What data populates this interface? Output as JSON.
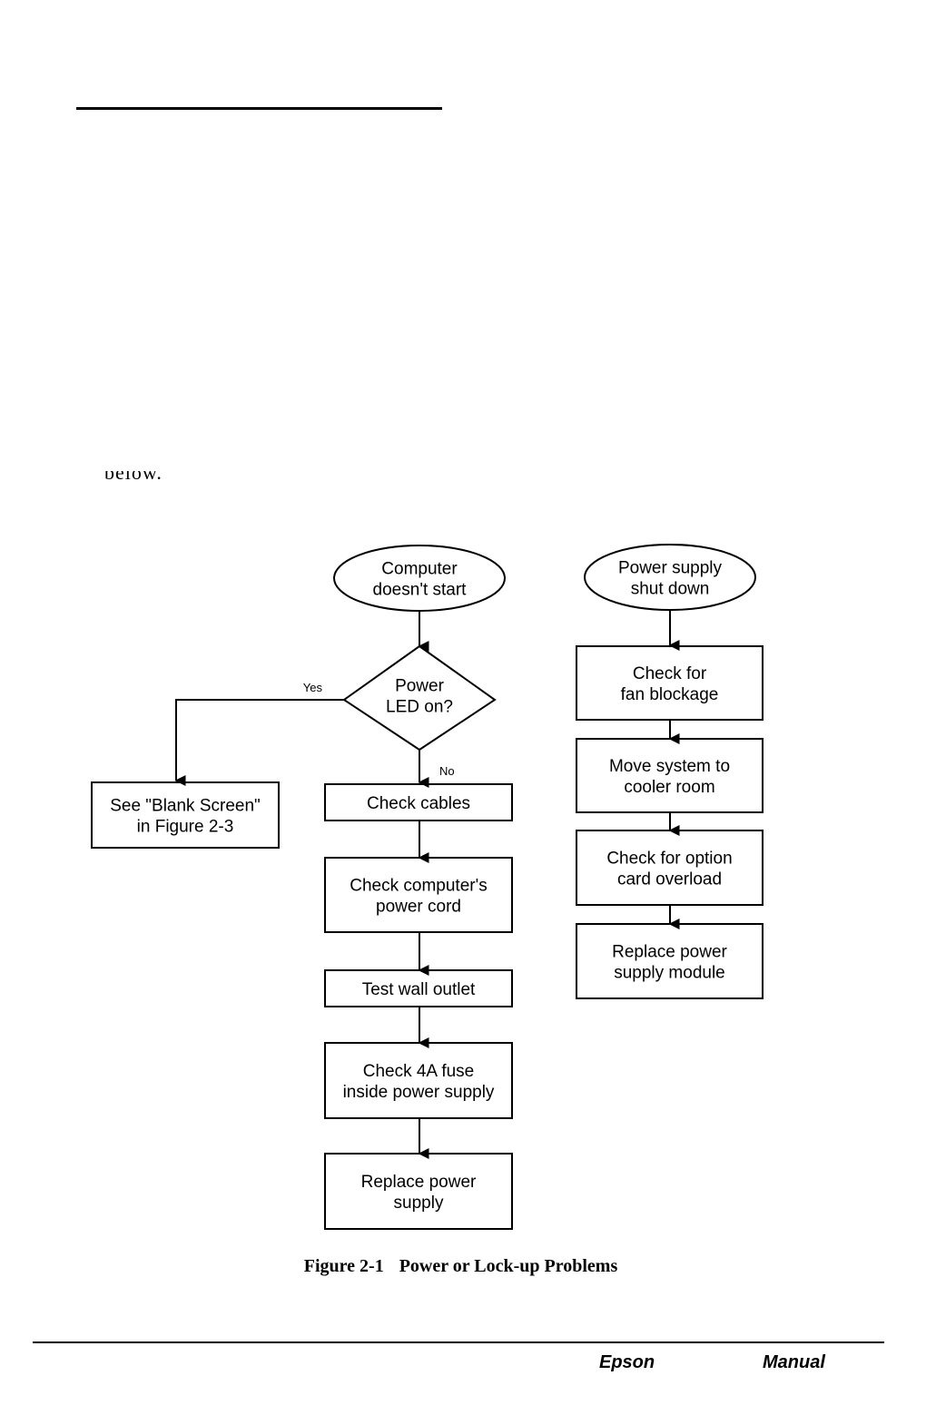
{
  "page": {
    "fragment_text": "below."
  },
  "flowchart": {
    "left": {
      "start": [
        "Computer",
        "doesn't start"
      ],
      "decision": [
        "Power",
        "LED on?"
      ],
      "yes_label": "Yes",
      "no_label": "No",
      "yes_target": [
        "See \"Blank Screen\"",
        "in Figure 2-3"
      ],
      "steps": [
        [
          "Check cables"
        ],
        [
          "Check computer's",
          "power cord"
        ],
        [
          "Test wall outlet"
        ],
        [
          "Check 4A fuse",
          "inside power supply"
        ],
        [
          "Replace power",
          "supply"
        ]
      ]
    },
    "right": {
      "start": [
        "Power supply",
        "shut down"
      ],
      "steps": [
        [
          "Check for",
          "fan blockage"
        ],
        [
          "Move system to",
          "cooler room"
        ],
        [
          "Check for option",
          "card overload"
        ],
        [
          "Replace power",
          "supply module"
        ]
      ]
    }
  },
  "caption": {
    "number": "Figure 2-1",
    "title": "Power or Lock-up Problems"
  },
  "footer": {
    "left": "Epson",
    "right": "Manual"
  }
}
